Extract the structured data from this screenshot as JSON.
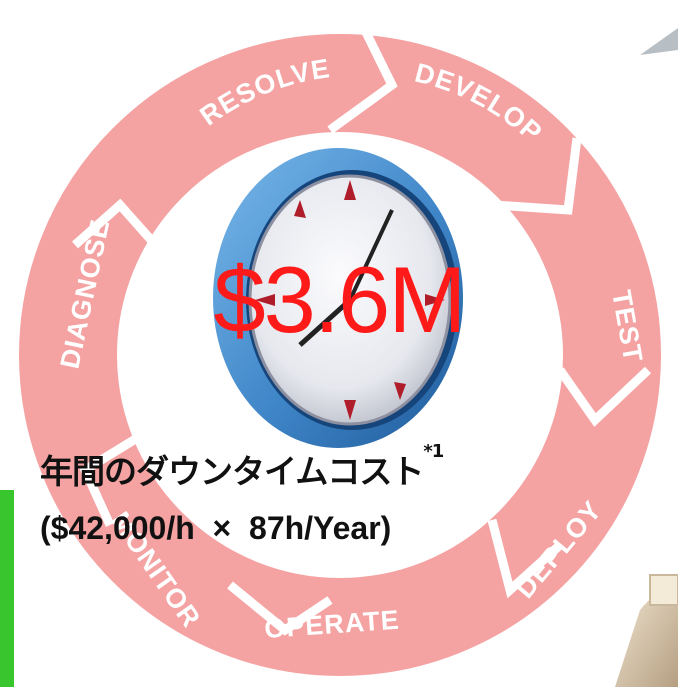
{
  "cycle_stages": [
    "RESOLVE",
    "DEVELOP",
    "TEST",
    "DEPLOY",
    "OPERATE",
    "MONITOR",
    "DIAGNOSE"
  ],
  "headline_value": "$3.6M",
  "caption": {
    "title": "年間のダウンタイムコスト",
    "footnote_mark": "*1",
    "formula": "($42,000/h  ×  87h/Year)"
  },
  "colors": {
    "ring": "#f4a2a2",
    "ring_arrow_edge": "#ffffff",
    "headline": "#ff1a1a",
    "clock_rim": "#3f86c8",
    "left_green_edge": "#39c52e"
  },
  "icons": [
    "stopwatch-clock-icon"
  ]
}
